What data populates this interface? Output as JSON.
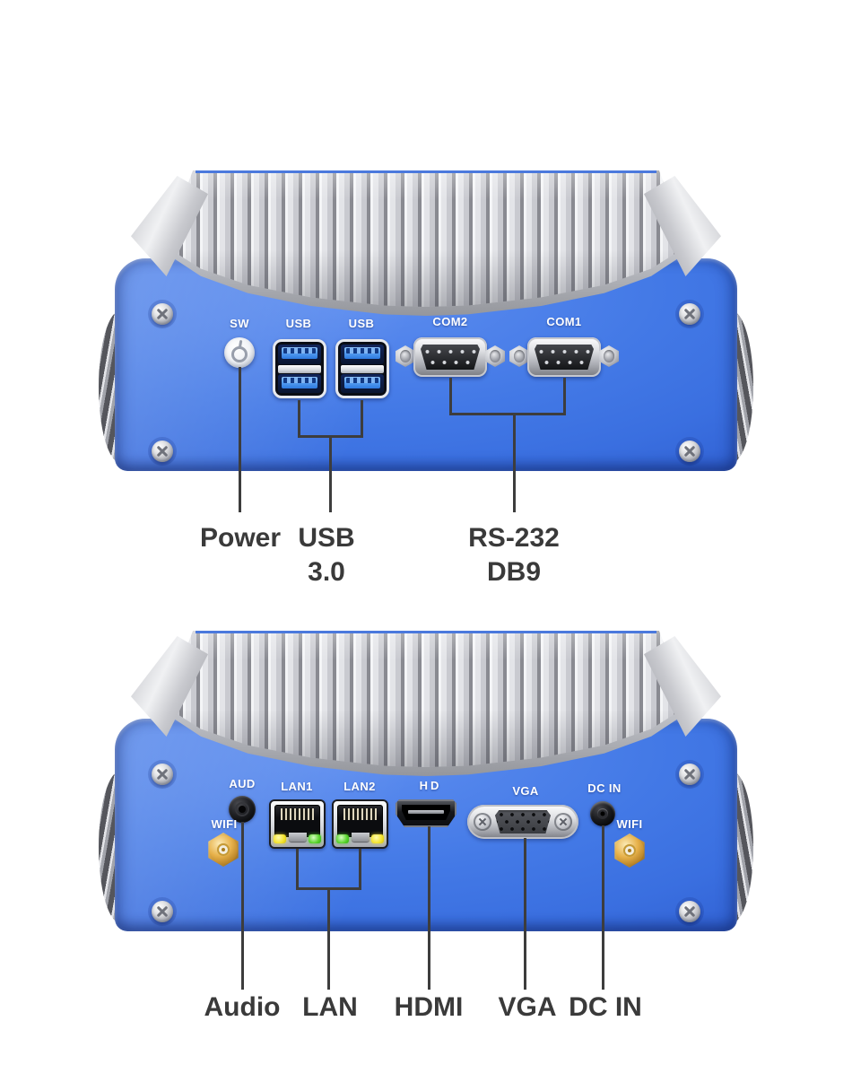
{
  "front_panel": {
    "port_labels": {
      "power_switch": "SW",
      "usb_left": "USB",
      "usb_right": "USB",
      "com2": "COM2",
      "com1": "COM1"
    },
    "callouts": {
      "power": "Power",
      "usb_line1": "USB",
      "usb_line2": "3.0",
      "serial_line1": "RS-232",
      "serial_line2": "DB9"
    }
  },
  "rear_panel": {
    "port_labels": {
      "audio": "AUD",
      "wifi_left": "WIFI",
      "lan1": "LAN1",
      "lan2": "LAN2",
      "hdmi": "HD",
      "vga": "VGA",
      "dc_in": "DC IN",
      "wifi_right": "WIFI"
    },
    "callouts": {
      "audio": "Audio",
      "lan": "LAN",
      "hdmi": "HDMI",
      "vga": "VGA",
      "dc_in": "DC IN"
    }
  },
  "colors": {
    "chassis_blue": "#3a6fe0",
    "heatsink_silver": "#d5d6da",
    "callout_line": "#3d3d3d",
    "callout_text": "#3a3a3a",
    "port_label_text": "#ffffff",
    "usb_tongue_blue": "#3f8cf0",
    "led_yellow": "#f3e32c",
    "led_green": "#58d32c",
    "antenna_gold": "#d9a33c"
  }
}
